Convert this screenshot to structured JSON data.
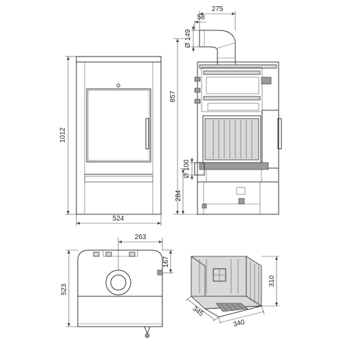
{
  "dimensions": {
    "front_width": "524",
    "front_height": "1012",
    "top_offset": "275",
    "flue_offset": "58",
    "flue_diameter_top": "Ø 149",
    "flue_height": "857",
    "rear_diameter": "Ø 100",
    "rear_height": "284",
    "plan_width": "263",
    "plan_depth": "523",
    "plan_offset": "167",
    "insert_depth": "345",
    "insert_width": "340",
    "insert_height": "310"
  }
}
